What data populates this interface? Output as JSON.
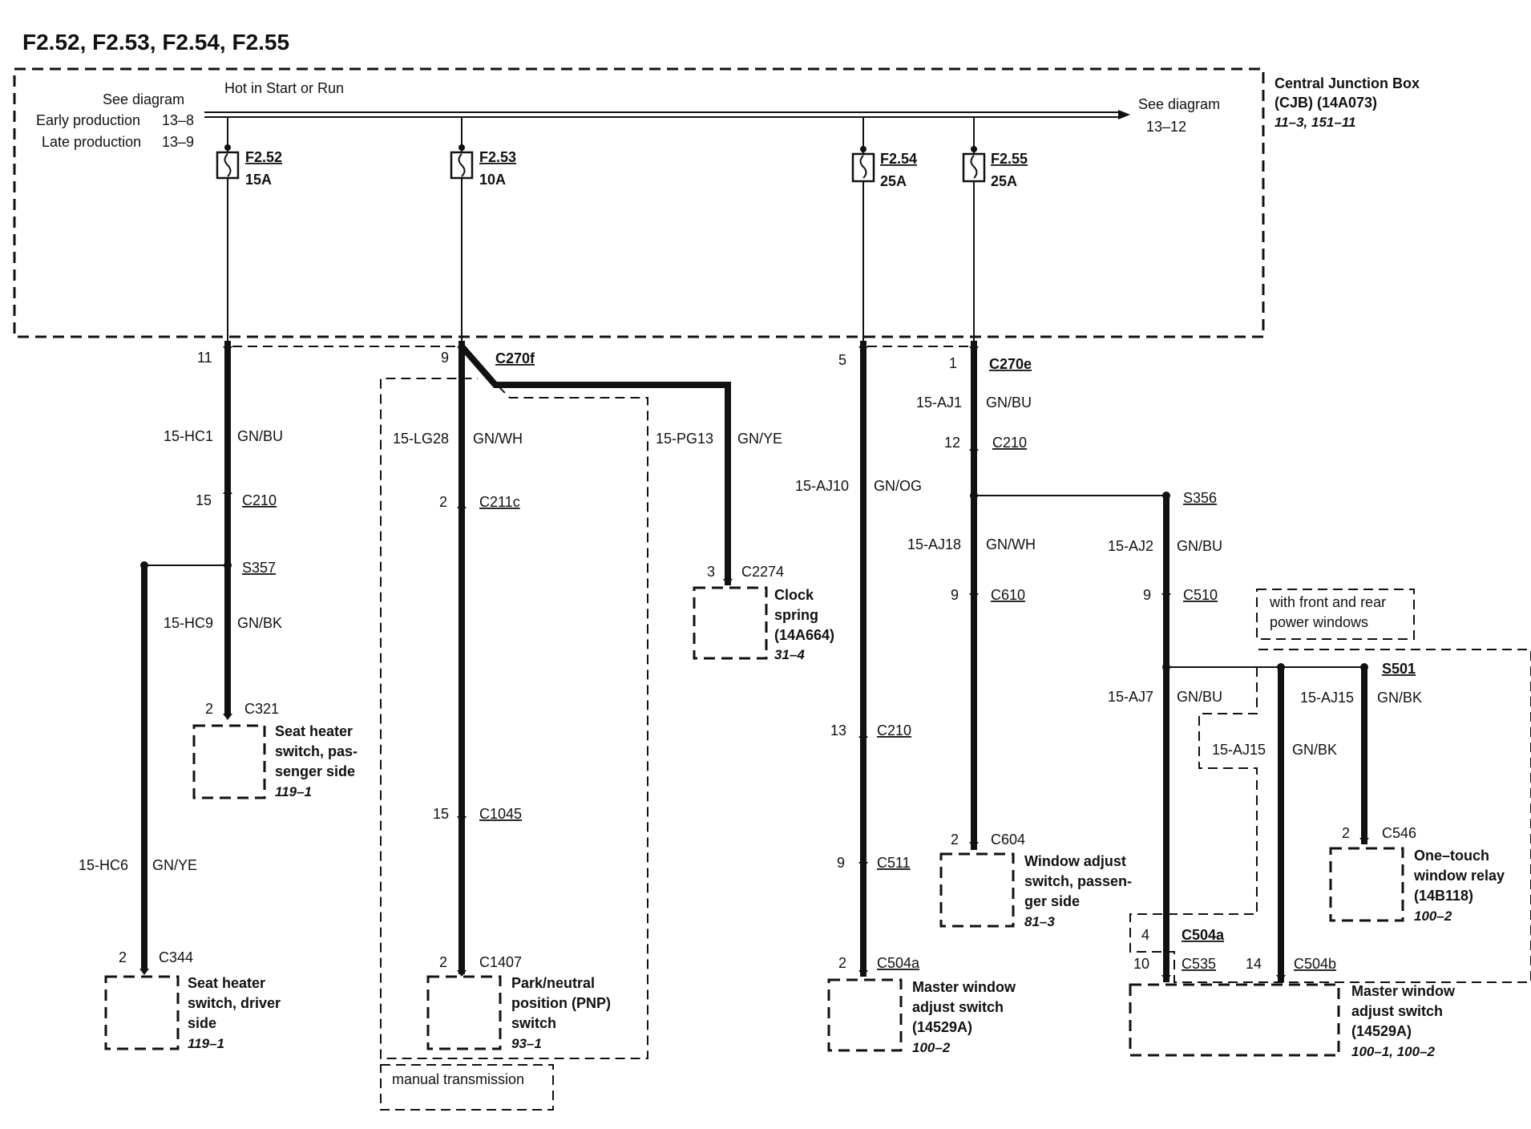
{
  "title": "F2.52, F2.53, F2.54, F2.55",
  "cjb": {
    "name_line1": "Central Junction Box",
    "name_line2": "(CJB) (14A073)",
    "ref": "11–3, 151–11",
    "bus_label": "Hot in Start or Run",
    "left_see": "See diagram",
    "early_label": "Early production",
    "early_ref": "13–8",
    "late_label": "Late production",
    "late_ref": "13–9",
    "right_see": "See diagram",
    "right_ref": "13–12"
  },
  "fuses": [
    {
      "id": "F2.52",
      "rating": "15A"
    },
    {
      "id": "F2.53",
      "rating": "10A"
    },
    {
      "id": "F2.54",
      "rating": "25A"
    },
    {
      "id": "F2.55",
      "rating": "25A"
    }
  ],
  "connectors": {
    "c270f": "C270f",
    "c270f_pin_hc": "11",
    "c270f_pin_lg": "9",
    "c270e": "C270e",
    "c270e_pin_aj10": "5",
    "c270e_pin_aj1": "1",
    "c210": "C210",
    "c210_pin_hc1": "15",
    "c210_pin_aj1": "12",
    "c210_pin_aj10": "13",
    "c211c": "C211c",
    "c211c_pin": "2",
    "c1045": "C1045",
    "c1045_pin": "15",
    "c1407": "C1407",
    "c1407_pin": "2",
    "c2274": "C2274",
    "c2274_pin": "3",
    "c321": "C321",
    "c321_pin": "2",
    "c344": "C344",
    "c344_pin": "2",
    "c511": "C511",
    "c511_pin": "9",
    "c504a_left": "C504a",
    "c504a_left_pin": "2",
    "c610": "C610",
    "c610_pin": "9",
    "c604": "C604",
    "c604_pin": "2",
    "c510": "C510",
    "c510_pin": "9",
    "c546": "C546",
    "c546_pin": "2",
    "c504a_right": "C504a",
    "c504a_right_pin": "4",
    "c535": "C535",
    "c535_pin": "10",
    "c504b": "C504b",
    "c504b_pin": "14"
  },
  "splices": {
    "s357": "S357",
    "s356": "S356",
    "s501": "S501"
  },
  "wires": {
    "hc1": {
      "circuit": "15-HC1",
      "color": "GN/BU"
    },
    "hc9": {
      "circuit": "15-HC9",
      "color": "GN/BK"
    },
    "hc6": {
      "circuit": "15-HC6",
      "color": "GN/YE"
    },
    "lg28": {
      "circuit": "15-LG28",
      "color": "GN/WH"
    },
    "pg13": {
      "circuit": "15-PG13",
      "color": "GN/YE"
    },
    "aj10": {
      "circuit": "15-AJ10",
      "color": "GN/OG"
    },
    "aj1": {
      "circuit": "15-AJ1",
      "color": "GN/BU"
    },
    "aj18": {
      "circuit": "15-AJ18",
      "color": "GN/WH"
    },
    "aj2": {
      "circuit": "15-AJ2",
      "color": "GN/BU"
    },
    "aj7": {
      "circuit": "15-AJ7",
      "color": "GN/BU"
    },
    "aj15a": {
      "circuit": "15-AJ15",
      "color": "GN/BK"
    },
    "aj15b": {
      "circuit": "15-AJ15",
      "color": "GN/BK"
    }
  },
  "components": {
    "seat_pass": {
      "l1": "Seat heater",
      "l2": "switch, pas-",
      "l3": "senger side",
      "ref": "119–1"
    },
    "seat_driver": {
      "l1": "Seat heater",
      "l2": "switch, driver",
      "l3": "side",
      "ref": "119–1"
    },
    "pnp": {
      "l1": "Park/neutral",
      "l2": "position (PNP)",
      "l3": "switch",
      "ref": "93–1"
    },
    "clock": {
      "l1": "Clock",
      "l2": "spring",
      "l3": "(14A664)",
      "ref": "31–4"
    },
    "master_left": {
      "l1": "Master window",
      "l2": "adjust switch",
      "l3": "(14529A)",
      "ref": "100–2"
    },
    "window_pass": {
      "l1": "Window adjust",
      "l2": "switch, passen-",
      "l3": "ger side",
      "ref": "81–3"
    },
    "one_touch": {
      "l1": "One–touch",
      "l2": "window relay",
      "l3": "(14B118)",
      "ref": "100–2"
    },
    "master_right": {
      "l1": "Master window",
      "l2": "adjust switch",
      "l3": "(14529A)",
      "ref": "100–1, 100–2"
    }
  },
  "notes": {
    "manual": "manual transmission",
    "fr_l1": "with front and rear",
    "fr_l2": "power windows"
  }
}
